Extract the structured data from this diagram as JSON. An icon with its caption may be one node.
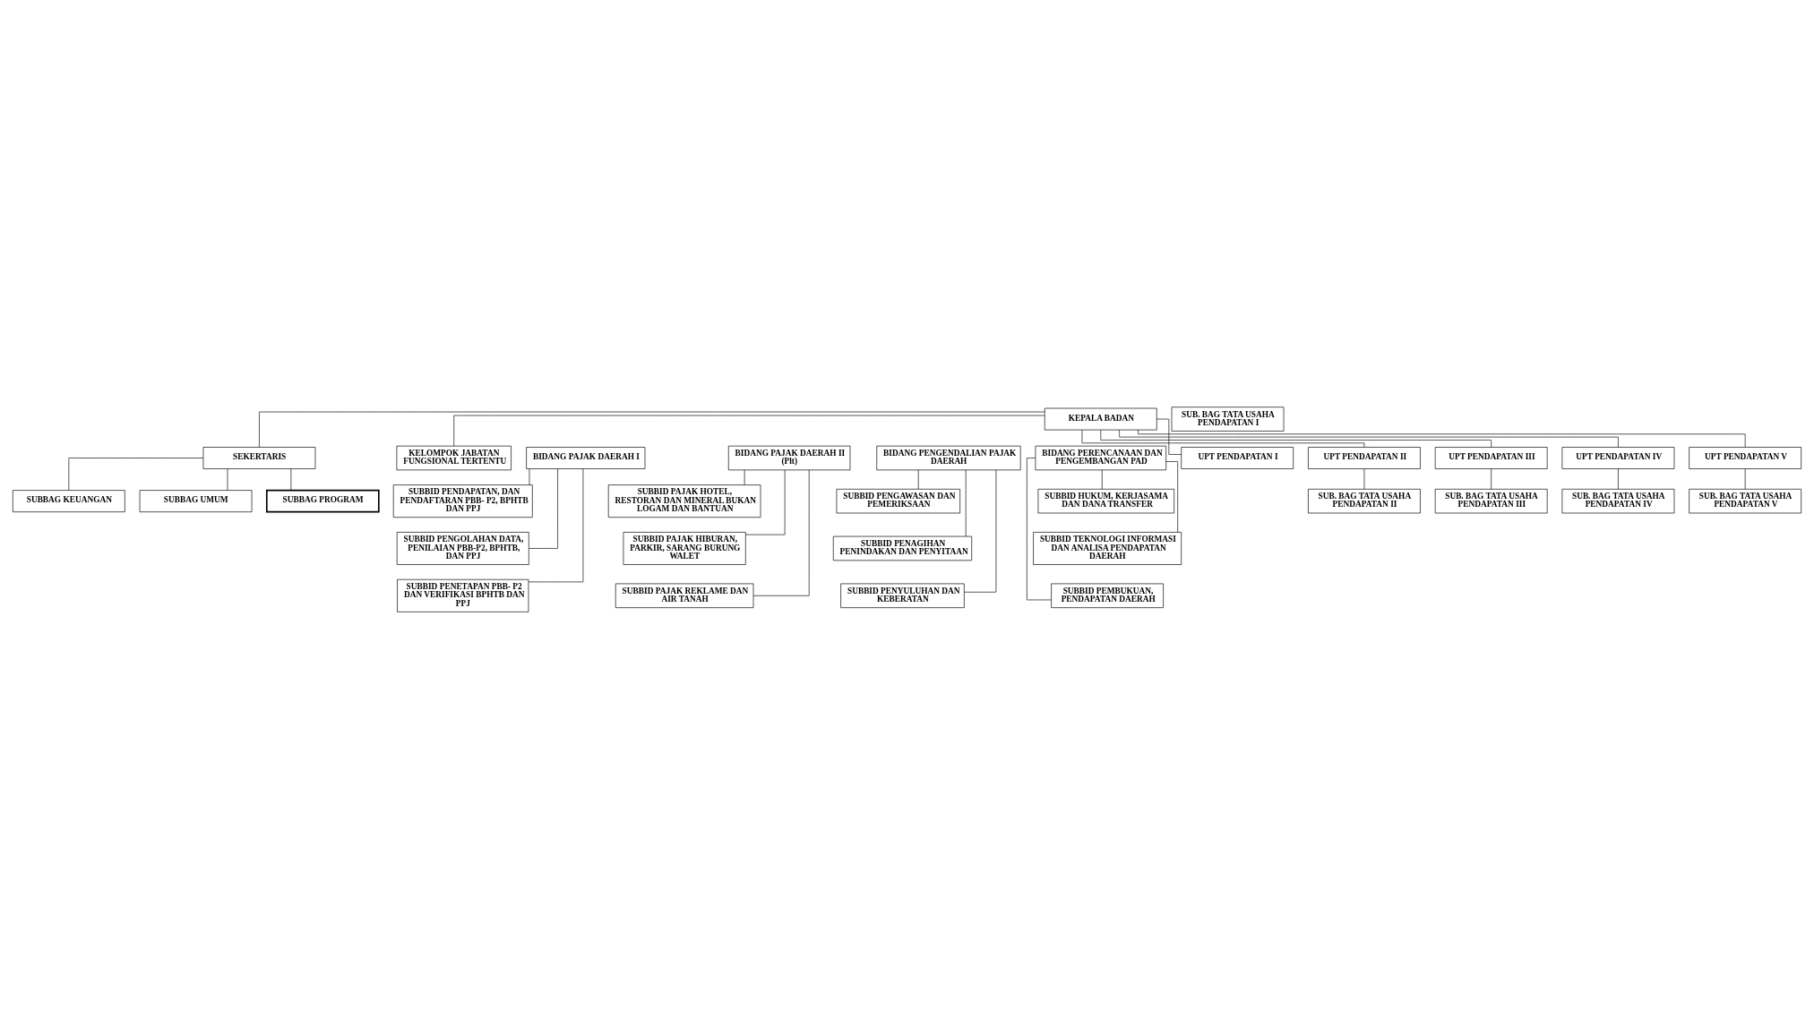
{
  "diagram": {
    "nodes": [
      {
        "text": [
          "KEPALA BADAN"
        ]
      },
      {
        "text": [
          "SEKERTARIS"
        ]
      },
      {
        "text": [
          "KELOMPOK JABATAN FUNGSIONAL TERTENTU"
        ]
      },
      {
        "text": [
          "SUBBAG KEUANGAN"
        ]
      },
      {
        "text": [
          "SUBBAG UMUM"
        ]
      },
      {
        "text": [
          "SUBBAG PROGRAM"
        ]
      },
      {
        "text": [
          "BIDANG PAJAK DAERAH I"
        ]
      },
      {
        "text": [
          "SUBBID PENDAPATAN, DAN PENDAFTARAN PBB- P2, BPHTB DAN PPJ"
        ]
      },
      {
        "text": [
          "SUBBID PENGOLAHAN DATA, PENILAIAN PBB-P2, BPHTB, DAN PPJ"
        ]
      },
      {
        "text": [
          "SUBBID PENETAPAN PBB- P2 DAN VERIFIKASI BPHTB DAN PPJ"
        ]
      },
      {
        "text": [
          "BIDANG PAJAK DAERAH II (Plt)"
        ]
      },
      {
        "text": [
          "SUBBID PAJAK HOTEL, RESTORAN DAN MINERAL BUKAN LOGAM DAN BANTUAN"
        ]
      },
      {
        "text": [
          "SUBBID PAJAK HIBURAN, PARKIR, SARANG BURUNG WALET"
        ]
      },
      {
        "text": [
          "SUBBID PAJAK REKLAME DAN AIR TANAH"
        ]
      },
      {
        "text": [
          "BIDANG PENGENDALIAN PAJAK DAERAH"
        ]
      },
      {
        "text": [
          "SUBBID PENGAWASAN DAN PEMERIKSAAN"
        ]
      },
      {
        "text": [
          "SUBBID PENAGIHAN PENINDAKAN DAN PENYITAAN"
        ]
      },
      {
        "text": [
          "SUBBID PENYULUHAN DAN KEBERATAN"
        ]
      },
      {
        "text": [
          "BIDANG PERENCANAAN DAN PENGEMBANGAN PAD"
        ]
      },
      {
        "text": [
          "SUBBID HUKUM, KERJASAMA DAN DANA TRANSFER"
        ]
      },
      {
        "text": [
          "SUBBID TEKNOLOGI INFORMASI DAN ANALISA PENDAPATAN DAERAH"
        ]
      },
      {
        "text": [
          "SUBBID PEMBUKUAN, PENDAPATAN DAERAH"
        ]
      },
      {
        "text": [
          "UPT PENDAPATAN I"
        ]
      },
      {
        "text": [
          "SUB. BAG TATA USAHA PENDAPATAN I"
        ]
      },
      {
        "text": [
          "UPT PENDAPATAN II"
        ]
      },
      {
        "text": [
          "SUB. BAG TATA USAHA PENDAPATAN II"
        ]
      },
      {
        "text": [
          "UPT PENDAPATAN III"
        ]
      },
      {
        "text": [
          "SUB. BAG TATA USAHA PENDAPATAN III"
        ]
      },
      {
        "text": [
          "UPT PENDAPATAN IV"
        ]
      },
      {
        "text": [
          "SUB. BAG TATA USAHA PENDAPATAN IV"
        ]
      },
      {
        "text": [
          "UPT PENDAPATAN V"
        ]
      },
      {
        "text": [
          "SUB. BAG TATA USAHA PENDAPATAN V"
        ]
      }
    ],
    "edges": [
      {
        "from": 0,
        "to": 1,
        "arrow": "none"
      },
      {
        "from": 0,
        "to": 2,
        "arrow": "none"
      },
      {
        "from": 1,
        "to": 3,
        "arrow": "none"
      },
      {
        "from": 1,
        "to": 4,
        "arrow": "none"
      },
      {
        "from": 1,
        "to": 5,
        "arrow": "none"
      },
      {
        "from": 6,
        "to": 7,
        "arrow": "none"
      },
      {
        "from": 6,
        "to": 8,
        "arrow": "none"
      },
      {
        "from": 6,
        "to": 9,
        "arrow": "none"
      },
      {
        "from": 10,
        "to": 11,
        "arrow": "none"
      },
      {
        "from": 10,
        "to": 12,
        "arrow": "none"
      },
      {
        "from": 10,
        "to": 13,
        "arrow": "none"
      },
      {
        "from": 14,
        "to": 15,
        "arrow": "none"
      },
      {
        "from": 14,
        "to": 16,
        "arrow": "none"
      },
      {
        "from": 14,
        "to": 17,
        "arrow": "none"
      },
      {
        "from": 18,
        "to": 19,
        "arrow": "none"
      },
      {
        "from": 18,
        "to": 20,
        "arrow": "none"
      },
      {
        "from": 18,
        "to": 21,
        "arrow": "none"
      },
      {
        "from": 0,
        "to": 22,
        "arrow": "none"
      },
      {
        "from": 0,
        "to": 24,
        "arrow": "none"
      },
      {
        "from": 0,
        "to": 26,
        "arrow": "none"
      },
      {
        "from": 0,
        "to": 28,
        "arrow": "none"
      },
      {
        "from": 0,
        "to": 30,
        "arrow": "none"
      },
      {
        "from": 24,
        "to": 25,
        "arrow": "none"
      },
      {
        "from": 26,
        "to": 27,
        "arrow": "none"
      },
      {
        "from": 28,
        "to": 29,
        "arrow": "none"
      },
      {
        "from": 30,
        "to": 31,
        "arrow": "none"
      }
    ]
  }
}
